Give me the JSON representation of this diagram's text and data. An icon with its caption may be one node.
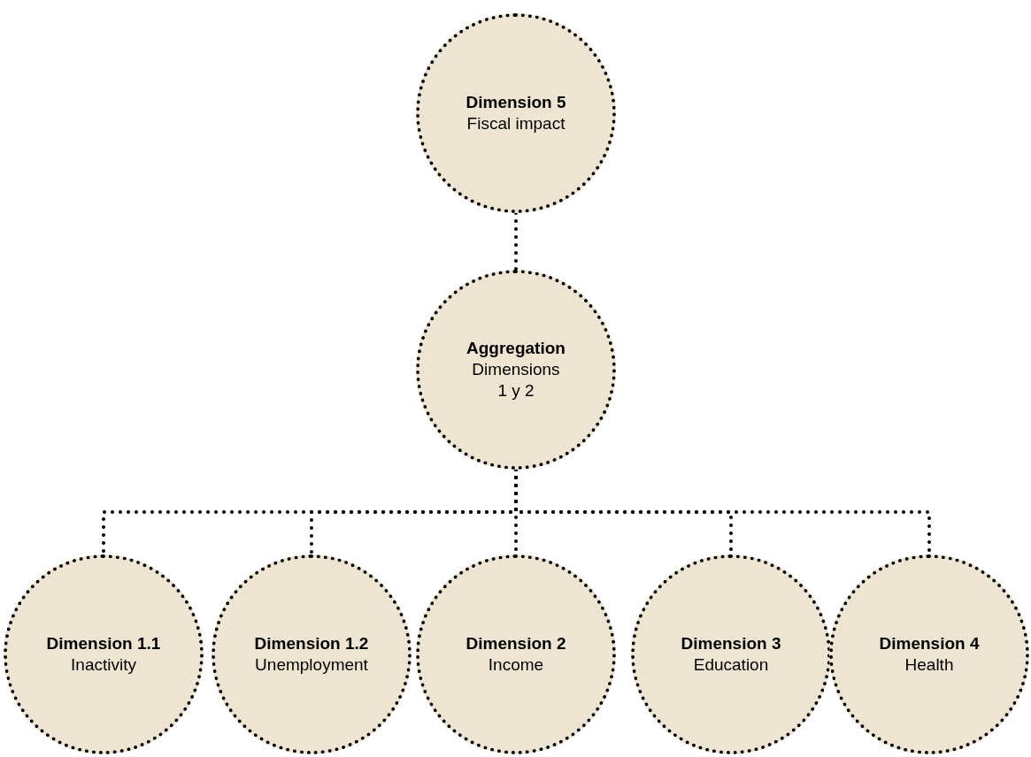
{
  "diagram": {
    "nodes": [
      {
        "text": [
          "Dimension 5",
          "Fiscal impact"
        ]
      },
      {
        "text": [
          "Aggregation",
          "Dimensions 1 y 2"
        ]
      },
      {
        "text": [
          "Dimension 1.1",
          "Inactivity"
        ]
      },
      {
        "text": [
          "Dimension 1.2",
          "Unemployment"
        ]
      },
      {
        "text": [
          "Dimension 2",
          "Income"
        ]
      },
      {
        "text": [
          "Dimension 3",
          "Education"
        ]
      },
      {
        "text": [
          "Dimension 4",
          "Health"
        ]
      }
    ],
    "edges": [
      {
        "from": 0,
        "to": 1,
        "arrow": "none"
      },
      {
        "from": 1,
        "to": 2,
        "arrow": "none"
      },
      {
        "from": 1,
        "to": 3,
        "arrow": "none"
      },
      {
        "from": 1,
        "to": 4,
        "arrow": "none"
      },
      {
        "from": 1,
        "to": 5,
        "arrow": "none"
      },
      {
        "from": 1,
        "to": 6,
        "arrow": "none"
      }
    ]
  }
}
